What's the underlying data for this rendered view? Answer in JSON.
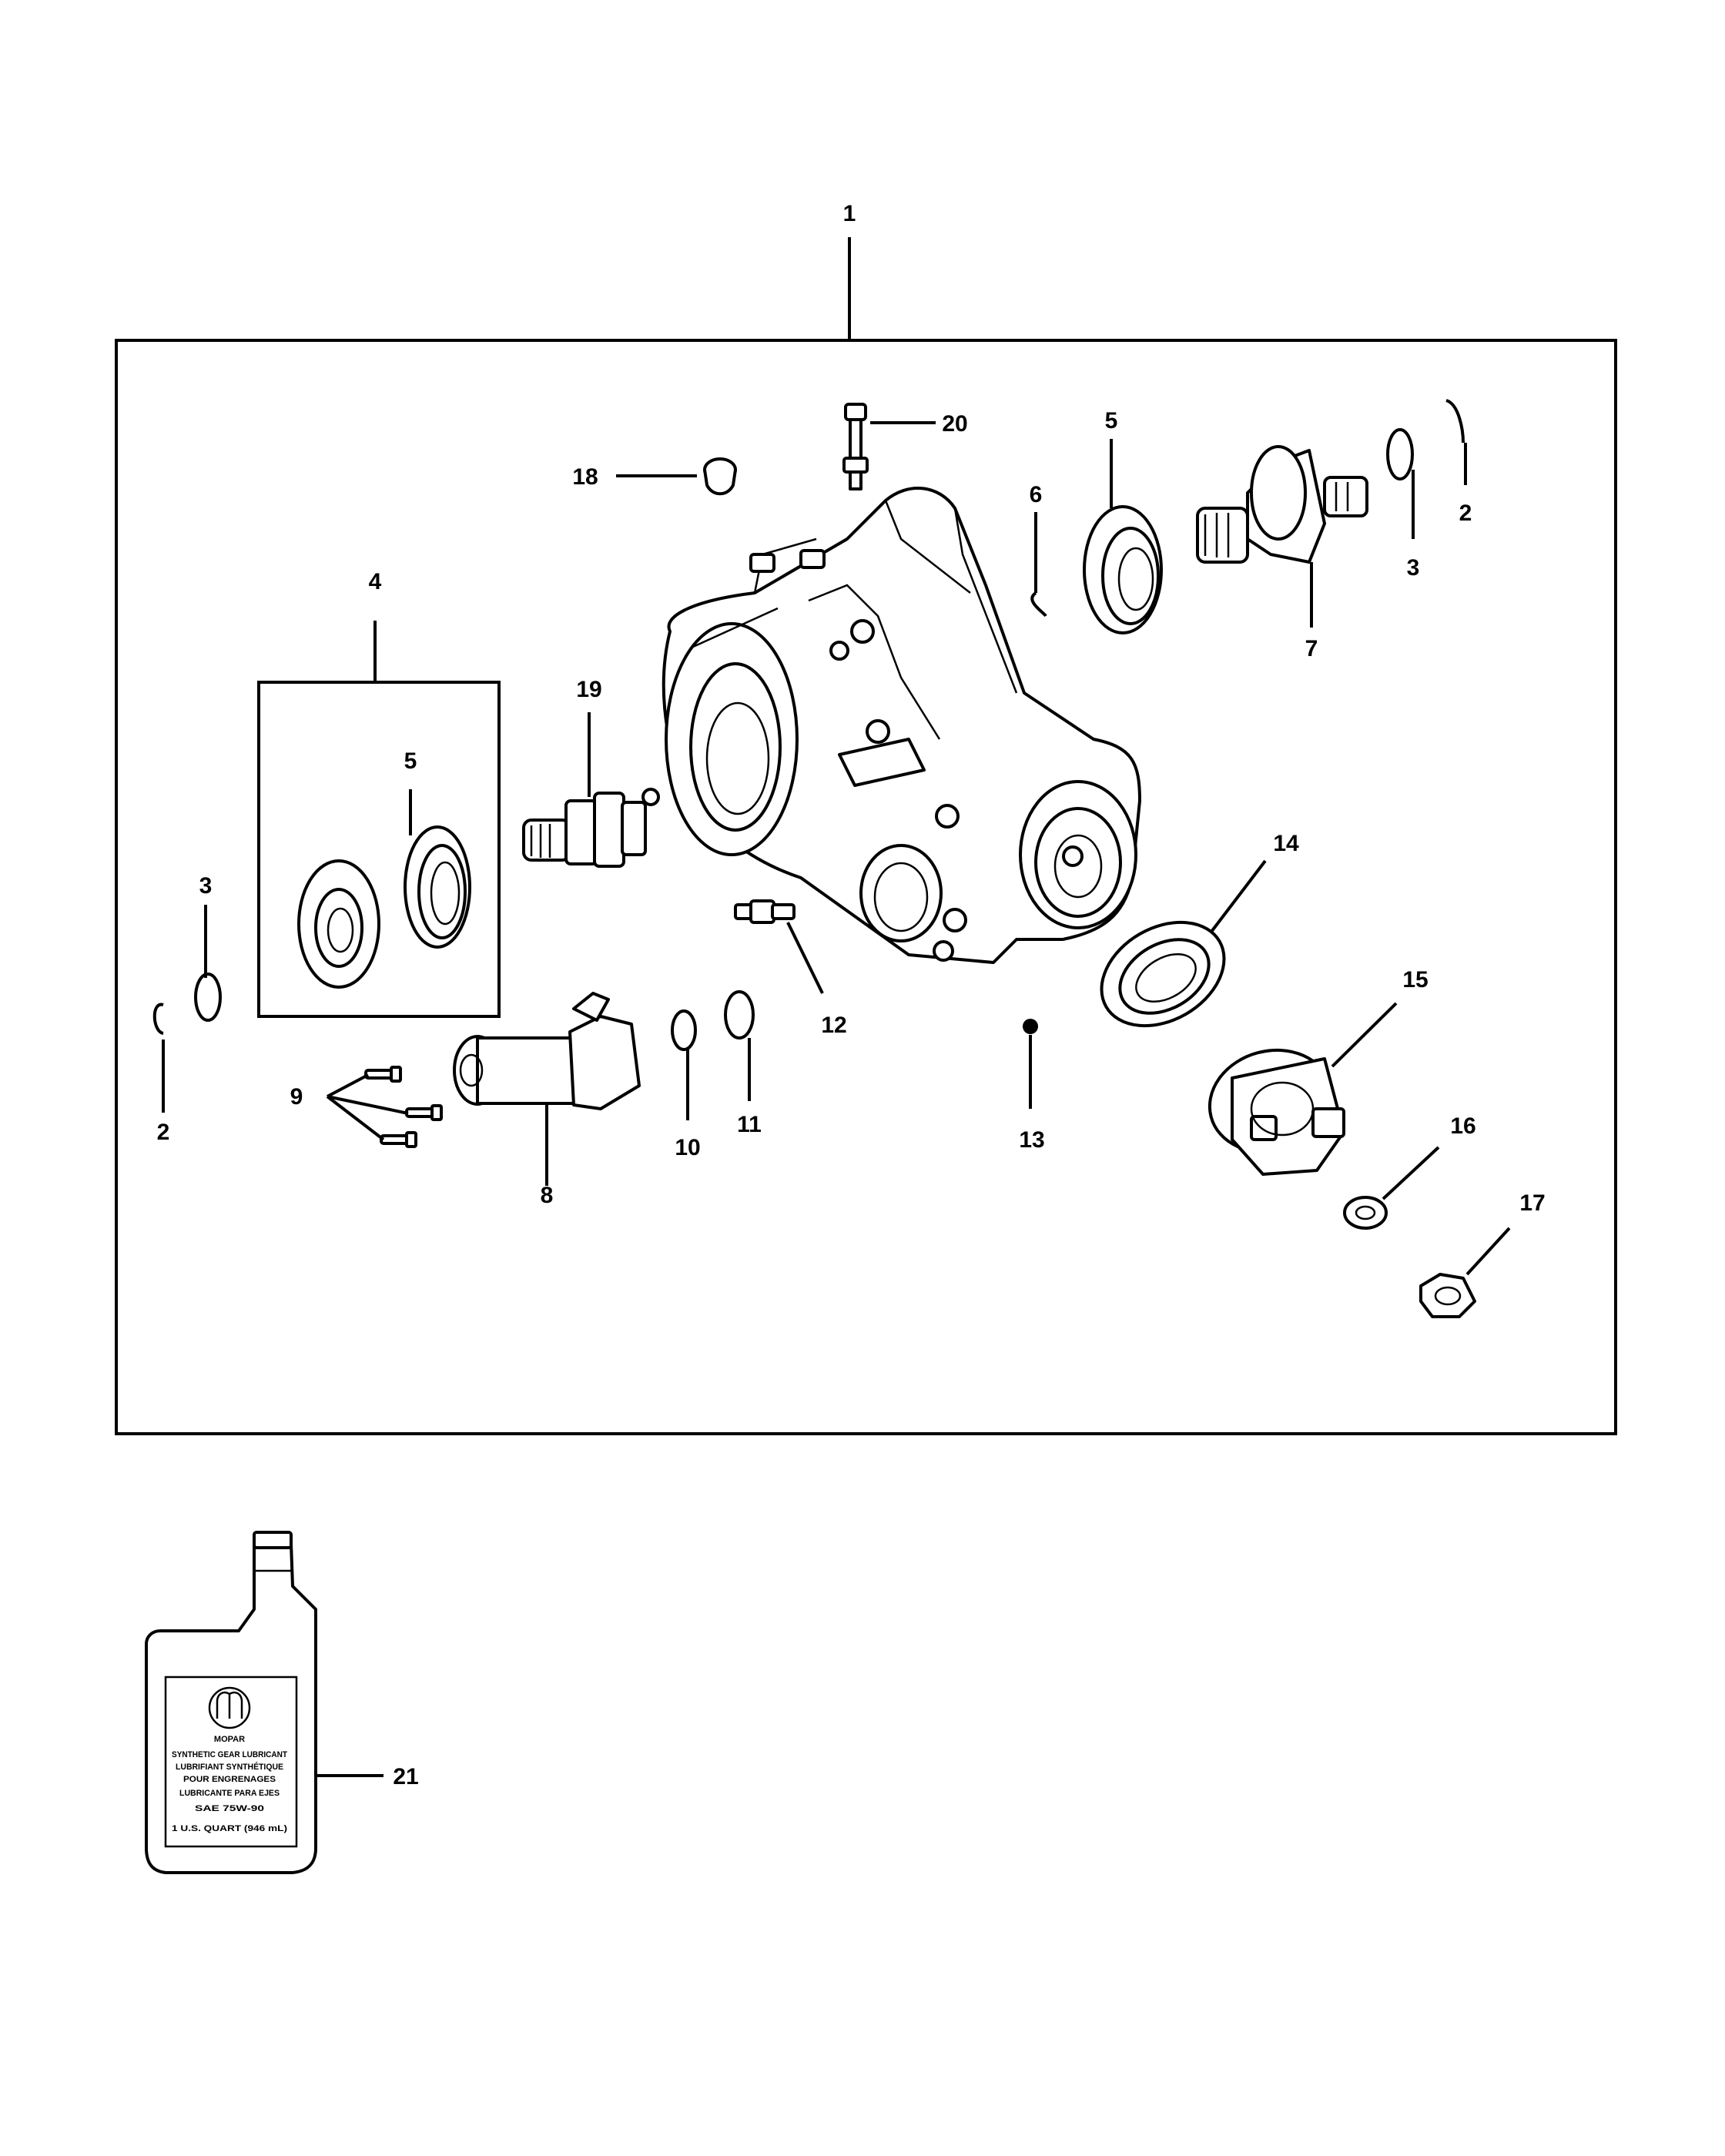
{
  "callouts": {
    "c1": "1",
    "c2a": "2",
    "c2b": "2",
    "c3a": "3",
    "c3b": "3",
    "c4": "4",
    "c5a": "5",
    "c5b": "5",
    "c6": "6",
    "c7": "7",
    "c8": "8",
    "c9": "9",
    "c10": "10",
    "c11": "11",
    "c12": "12",
    "c13": "13",
    "c14": "14",
    "c15": "15",
    "c16": "16",
    "c17": "17",
    "c18": "18",
    "c19": "19",
    "c20": "20",
    "c21": "21"
  },
  "bottle_label": {
    "brand": "MOPAR",
    "line1": "SYNTHETIC GEAR LUBRICANT",
    "line2": "LUBRIFIANT SYNTHÉTIQUE",
    "line3": "POUR ENGRENAGES",
    "line4": "LUBRICANTE PARA EJES",
    "line5": "SAE 75W-90",
    "line6": "1 U.S. QUART (946 mL)"
  }
}
